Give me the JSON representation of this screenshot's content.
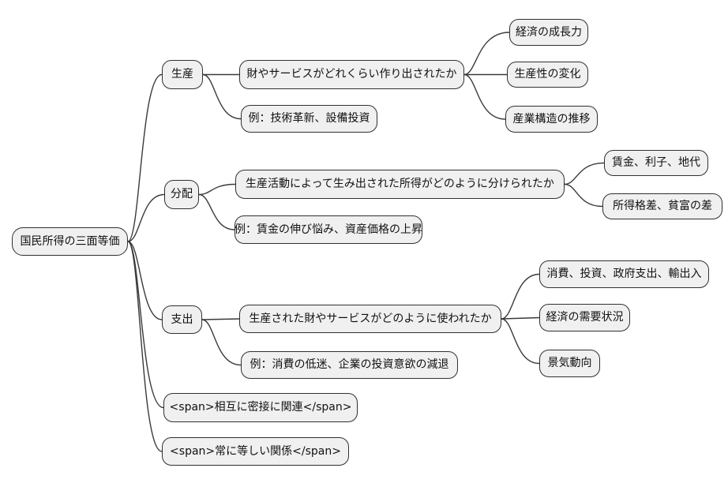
{
  "mindmap": {
    "root": {
      "label": "国民所得の三面等価"
    },
    "branches": [
      {
        "label": "生産",
        "children": [
          {
            "label": "財やサービスがどれくらい作り出されたか",
            "children": [
              {
                "label": "経済の成長力"
              },
              {
                "label": "生産性の変化"
              },
              {
                "label": "産業構造の推移"
              }
            ]
          },
          {
            "label": "例：技術革新、設備投資"
          }
        ]
      },
      {
        "label": "分配",
        "children": [
          {
            "label": "生産活動によって生み出された所得がどのように分けられたか",
            "children": [
              {
                "label": "賃金、利子、地代"
              },
              {
                "label": "所得格差、貧富の差"
              }
            ]
          },
          {
            "label": "例：賃金の伸び悩み、資産価格の上昇"
          }
        ]
      },
      {
        "label": "支出",
        "children": [
          {
            "label": "生産された財やサービスがどのように使われたか",
            "children": [
              {
                "label": "消費、投資、政府支出、輸出入"
              },
              {
                "label": "経済の需要状況"
              },
              {
                "label": "景気動向"
              }
            ]
          },
          {
            "label": "例：消費の低迷、企業の投資意欲の減退"
          }
        ]
      },
      {
        "label": "<span>相互に密接に関連</span>"
      },
      {
        "label": "<span>常に等しい関係</span>"
      }
    ],
    "colors": {
      "background": "#ffffff",
      "node_fill": "#f0f0f0",
      "node_border": "#303030",
      "connector": "#3a3a3a",
      "text": "#111111"
    }
  }
}
